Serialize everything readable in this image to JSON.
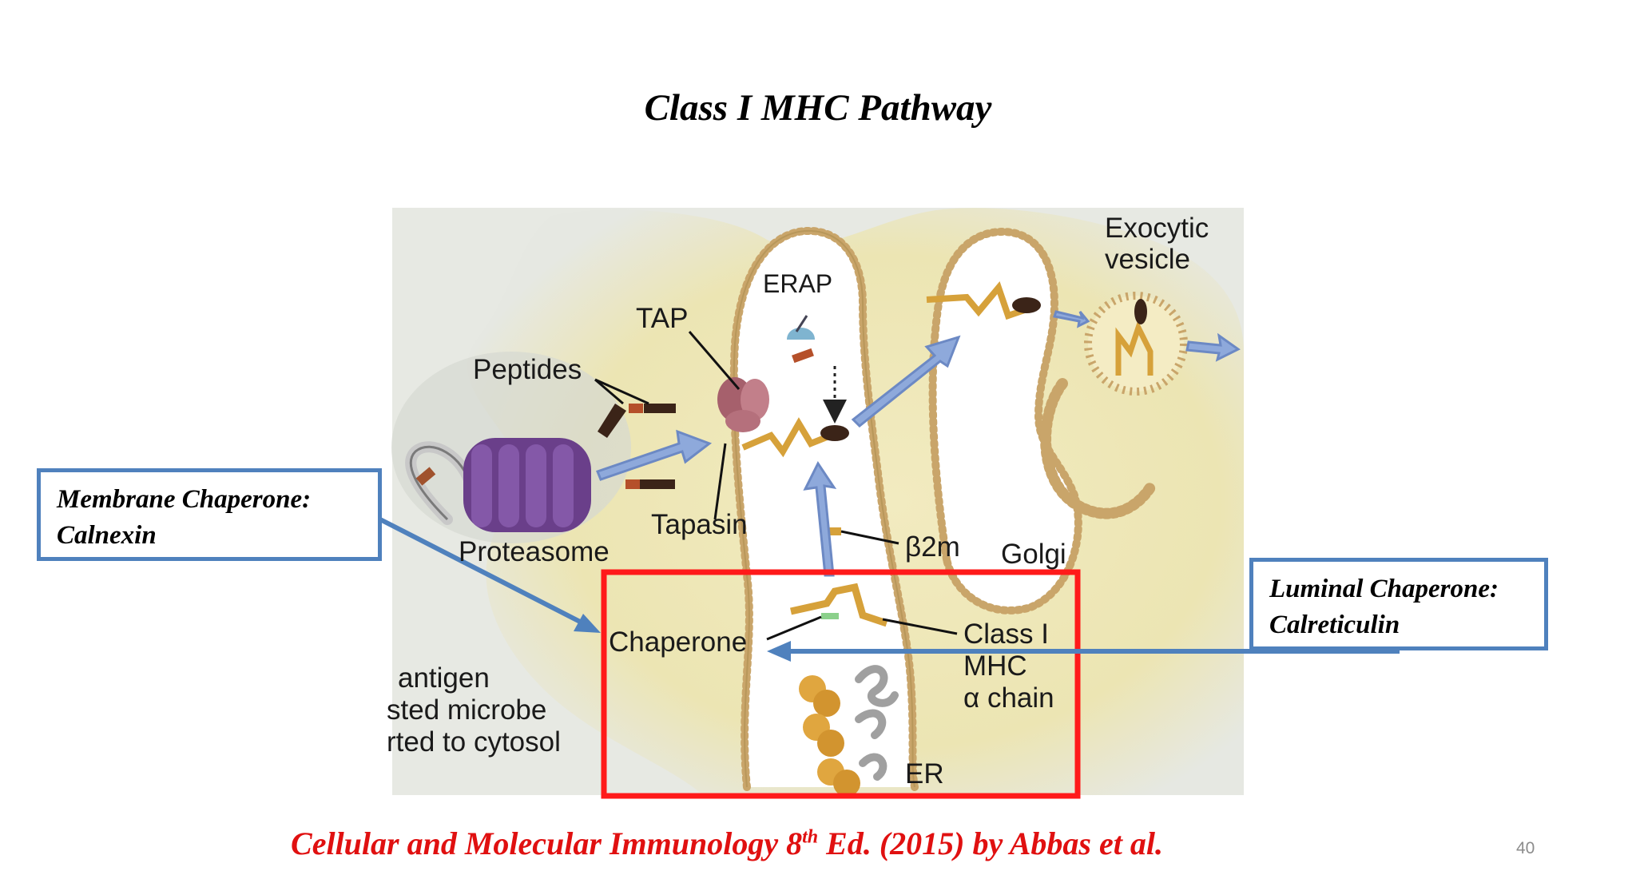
{
  "slide": {
    "title": "Class I MHC Pathway",
    "page_number": "40"
  },
  "figure": {
    "labels": {
      "exocytic": "Exocytic",
      "vesicle": "vesicle",
      "erap": "ERAP",
      "tap": "TAP",
      "peptides": "Peptides",
      "proteasome": "Proteasome",
      "tapasin": "Tapasin",
      "b2m": "β2m",
      "golgi": "Golgi",
      "chaperone": "Chaperone",
      "class_i": "Class I",
      "mhc": "MHC",
      "alpha_chain": "α chain",
      "er": "ER",
      "antigen_1": "antigen",
      "antigen_2": "sted microbe",
      "antigen_3": "rted to cytosol"
    }
  },
  "callouts": {
    "membrane": {
      "line1": "Membrane Chaperone:",
      "line2": "Calnexin"
    },
    "luminal": {
      "line1": "Luminal Chaperone:",
      "line2": "Calreticulin"
    }
  },
  "citation": {
    "pre": "Cellular and Molecular Immunology 8",
    "sup": "th",
    "post": " Ed. (2015) by Abbas et al."
  },
  "colors": {
    "callout_border": "#4f81bd",
    "highlight_box": "#ff1a1a",
    "citation": "#e01010",
    "arrow": "#7f9ed4"
  }
}
